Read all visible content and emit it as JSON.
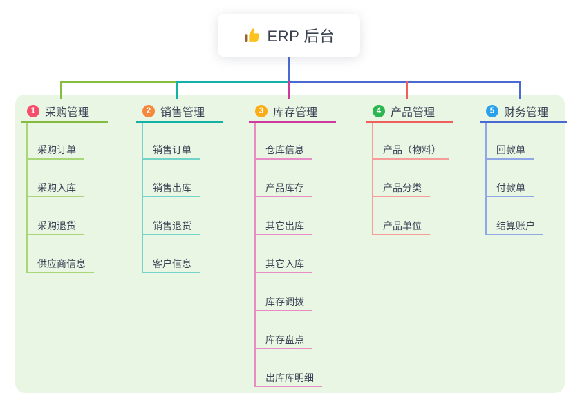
{
  "root": {
    "label": "ERP 后台",
    "icon": "thumbs-up"
  },
  "theme": {
    "panel_bg": "#eaf6e4",
    "stem_color": "#4a69d2",
    "text_color": "#3b4356",
    "root_bg": "#ffffff"
  },
  "branches": [
    {
      "badge": "1",
      "label": "采购管理",
      "colors": {
        "badge": "#f4506c",
        "line": "#84bb40",
        "child_line": "#a8d678"
      },
      "children": [
        "采购订单",
        "采购入库",
        "采购退货",
        "供应商信息"
      ]
    },
    {
      "badge": "2",
      "label": "销售管理",
      "colors": {
        "badge": "#f6883c",
        "line": "#12b3a6",
        "child_line": "#74d3c9"
      },
      "children": [
        "销售订单",
        "销售出库",
        "销售退货",
        "客户信息"
      ]
    },
    {
      "badge": "3",
      "label": "库存管理",
      "colors": {
        "badge": "#fcac16",
        "line": "#ce3a9c",
        "child_line": "#e78cc5"
      },
      "children": [
        "仓库信息",
        "产品库存",
        "其它出库",
        "其它入库",
        "库存调拨",
        "库存盘点",
        "出库库明细"
      ]
    },
    {
      "badge": "4",
      "label": "产品管理",
      "colors": {
        "badge": "#2db551",
        "line": "#f15e5e",
        "child_line": "#f79d99"
      },
      "children": [
        "产品（物料）",
        "产品分类",
        "产品单位"
      ]
    },
    {
      "badge": "5",
      "label": "财务管理",
      "colors": {
        "badge": "#2aa1ea",
        "line": "#4a69d2",
        "child_line": "#90a7e5"
      },
      "children": [
        "回款单",
        "付款单",
        "结算账户"
      ]
    }
  ]
}
